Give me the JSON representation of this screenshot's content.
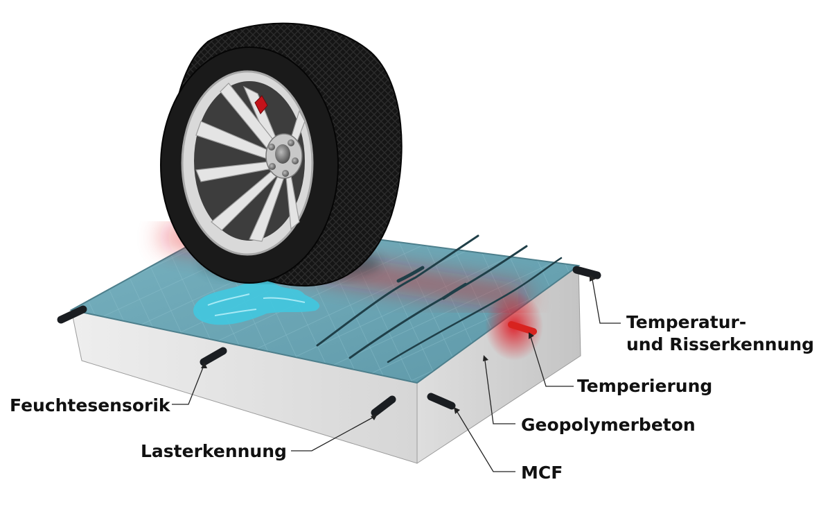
{
  "labels": {
    "temp_crack_line1": "Temperatur-",
    "temp_crack_line2": "und Risserkennung",
    "heating": "Temperierung",
    "concrete": "Geopolymerbeton",
    "mcf": "MCF",
    "moisture": "Feuchtesensorik",
    "load": "Lasterkennung"
  },
  "colors": {
    "slab_top": "#6aa4b2",
    "heat_zone": "#e0141e",
    "heater_pin": "#d8231f",
    "sensor": "#1a1d21",
    "tire": "#141414",
    "rim": "#d9d9d9",
    "water": "#41c8df"
  }
}
